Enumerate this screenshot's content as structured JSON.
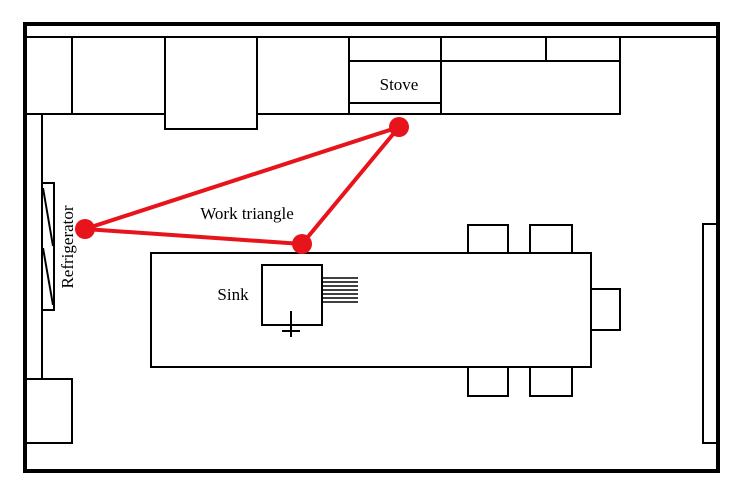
{
  "labels": {
    "stove": "Stove",
    "sink": "Sink",
    "refrigerator": "Refrigerator",
    "work_triangle": "Work triangle"
  },
  "colors": {
    "wall": "#000000",
    "triangle": "#e8141b",
    "background": "#ffffff"
  }
}
